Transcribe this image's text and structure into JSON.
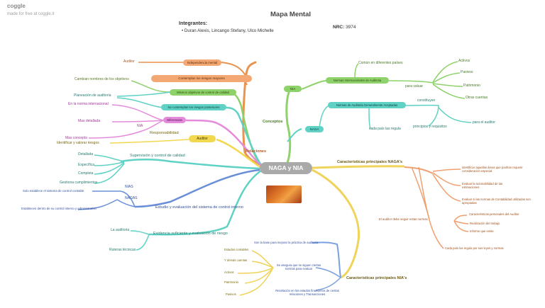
{
  "brand": {
    "name": "coggle",
    "tagline": "made for free at coggle.it"
  },
  "header": {
    "title": "Mapa Mental",
    "integrantes_label": "Integrantes:",
    "members": "Duran Alexis, Lincango Stefany, Ulco Michelle",
    "nrc_label": "NRC:",
    "nrc_value": "3974"
  },
  "center": "NAGA y NIA",
  "branches": {
    "relaciones": "Relaciones",
    "conceptos": "Conceptos",
    "naga_chars": "Características principales NAGA's",
    "nia_chars": "Características principales NIA's",
    "supervision": "Supervisión y control de calidad",
    "estudio": "Estudio y evaluación del sistema de control interno",
    "evidencia": "Evidencia suficiente y evaluación de riesgo"
  },
  "relaciones_nodes": {
    "independencia": "Independencia mental",
    "contemplan_riesgos": "Contemplan los riesgos mayores",
    "auditor_top": "Auditor",
    "cambian": "Cambian nombres de los objetivos",
    "mismos_objetivos": "Mismos objetivos de control de calidad",
    "planeacion": "Planeación de auditoría",
    "no_contemplan": "No contemplan los riesgos posteriores",
    "norma_internacional": "En la norma internacional",
    "diferencias": "Diferencias",
    "mas_detallada": "Mas detallada",
    "nia_small": "NIA",
    "mas_concepto": "Mas concepto",
    "identificar": "Identificar y valorar riesgos",
    "responsabilidad": "Responsabilidad",
    "auditor": "Auditor"
  },
  "supervision_nodes": [
    "Detallada",
    "Específica",
    "Completa",
    "Gestiona cumplimientos"
  ],
  "estudio_nodes": {
    "nias": "NIAS",
    "nagas": "NAGAS",
    "nias_text": "Solo establece el sistema de control contable",
    "nagas_text": "Establecen dentro de su control interno y administrativo"
  },
  "evidencia_nodes": [
    "La auditoria",
    "Ruteras técnicas"
  ],
  "conceptos_nodes": {
    "nia": "NIA",
    "nia_desc": "Normas Internacionales de Auditoria",
    "comun": "Común en diferentes países",
    "para_valuar": "para valuar",
    "valuar_items": [
      "Activos",
      "Pasivos",
      "Patrimonio",
      "Otras cuentas"
    ],
    "naga": "NAGA",
    "naga_desc": "Normas de Auditoria Generalmente Aceptadas",
    "cada_pais": "cada país las regula",
    "constituyen": "constituyen",
    "principios": "principios y requisitos",
    "para_auditor": "para el auditor"
  },
  "naga_chars_nodes": {
    "identificar_areas": "Identificar aquellas áreas que podrían requerir consideración especial",
    "evaluar_razonabilidad": "Evaluar la razonabilidad de las estimaciones",
    "evaluar_normas": "Evaluar si las normas de Contabilidad utilizadas son apropiadas",
    "auditor_debe": "El auditor debe seguir estas normas",
    "caracteristicas": "Características personales del Auditor",
    "realizacion": "Realización del trabajo",
    "informe": "Informe que emite",
    "cada_pais_leyes": "Cada país las regula por sus leyes y normas"
  },
  "nia_chars_nodes": {
    "son_base": "Son la base para mejorar la práctica de auditoria",
    "se_asegura": "Se asegura que se siguen ciertas normas para evaluar",
    "revelacion": "Revelación en los estados financieros de ciertas relaciones y Transacciones",
    "items": [
      "Estados contables",
      "Y demás cuentas",
      "Activos",
      "Patrimonio",
      "Pasivos"
    ]
  },
  "colors": {
    "central": "#a9a9a9",
    "relaciones": "#e8934f",
    "independencia_fill": "#f3a873",
    "contemplan_fill": "#f3a873",
    "mismos_fill": "#8fd16a",
    "no_contemplan_fill": "#5fd2c5",
    "diferencias_fill": "#e48bdc",
    "auditor_fill": "#f2d84f",
    "conceptos": "#8fd16a",
    "naga_teal": "#5fd2c5",
    "naga_chars": "#f0d35a",
    "naga_orange": "#f0a070",
    "nia_chars_blue": "#7aa0e0",
    "estudio_blue": "#6a8fd8",
    "evidencia_teal": "#5fd2c5"
  }
}
